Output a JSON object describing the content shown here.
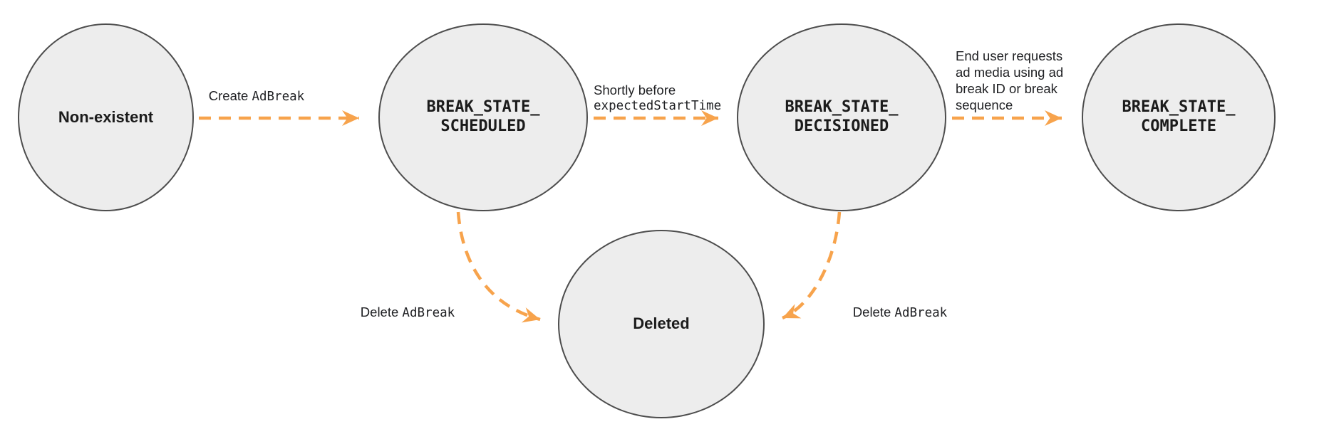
{
  "colors": {
    "accent": "#F7A34C",
    "node-fill": "#EDEDED",
    "node-border": "#4D4D4D",
    "text": "#1B1B1B"
  },
  "diagram": {
    "type": "state-machine",
    "nodes": [
      {
        "id": "non-existent",
        "label": "Non-existent",
        "style": "plain"
      },
      {
        "id": "break-state-scheduled",
        "label": "BREAK_STATE_\nSCHEDULED",
        "style": "code"
      },
      {
        "id": "break-state-decisioned",
        "label": "BREAK_STATE_\nDECISIONED",
        "style": "code"
      },
      {
        "id": "break-state-complete",
        "label": "BREAK_STATE_\nCOMPLETE",
        "style": "code"
      },
      {
        "id": "deleted",
        "label": "Deleted",
        "style": "plain"
      }
    ],
    "edges": [
      {
        "id": "create-adbreak",
        "from": "non-existent",
        "to": "break-state-scheduled",
        "label_plain": "Create ",
        "label_code": "AdBreak"
      },
      {
        "id": "shortly-before-expected-start-time",
        "from": "break-state-scheduled",
        "to": "break-state-decisioned",
        "label_plain": "Shortly before",
        "label_code": "expectedStartTime"
      },
      {
        "id": "end-user-requests-ad-media",
        "from": "break-state-decisioned",
        "to": "break-state-complete",
        "label_plain": "End user requests\nad media using ad\nbreak ID or break\nsequence"
      },
      {
        "id": "delete-adbreak-from-scheduled",
        "from": "break-state-scheduled",
        "to": "deleted",
        "label_plain": "Delete ",
        "label_code": "AdBreak"
      },
      {
        "id": "delete-adbreak-from-decisioned",
        "from": "break-state-decisioned",
        "to": "deleted",
        "label_plain": "Delete ",
        "label_code": "AdBreak"
      }
    ]
  }
}
